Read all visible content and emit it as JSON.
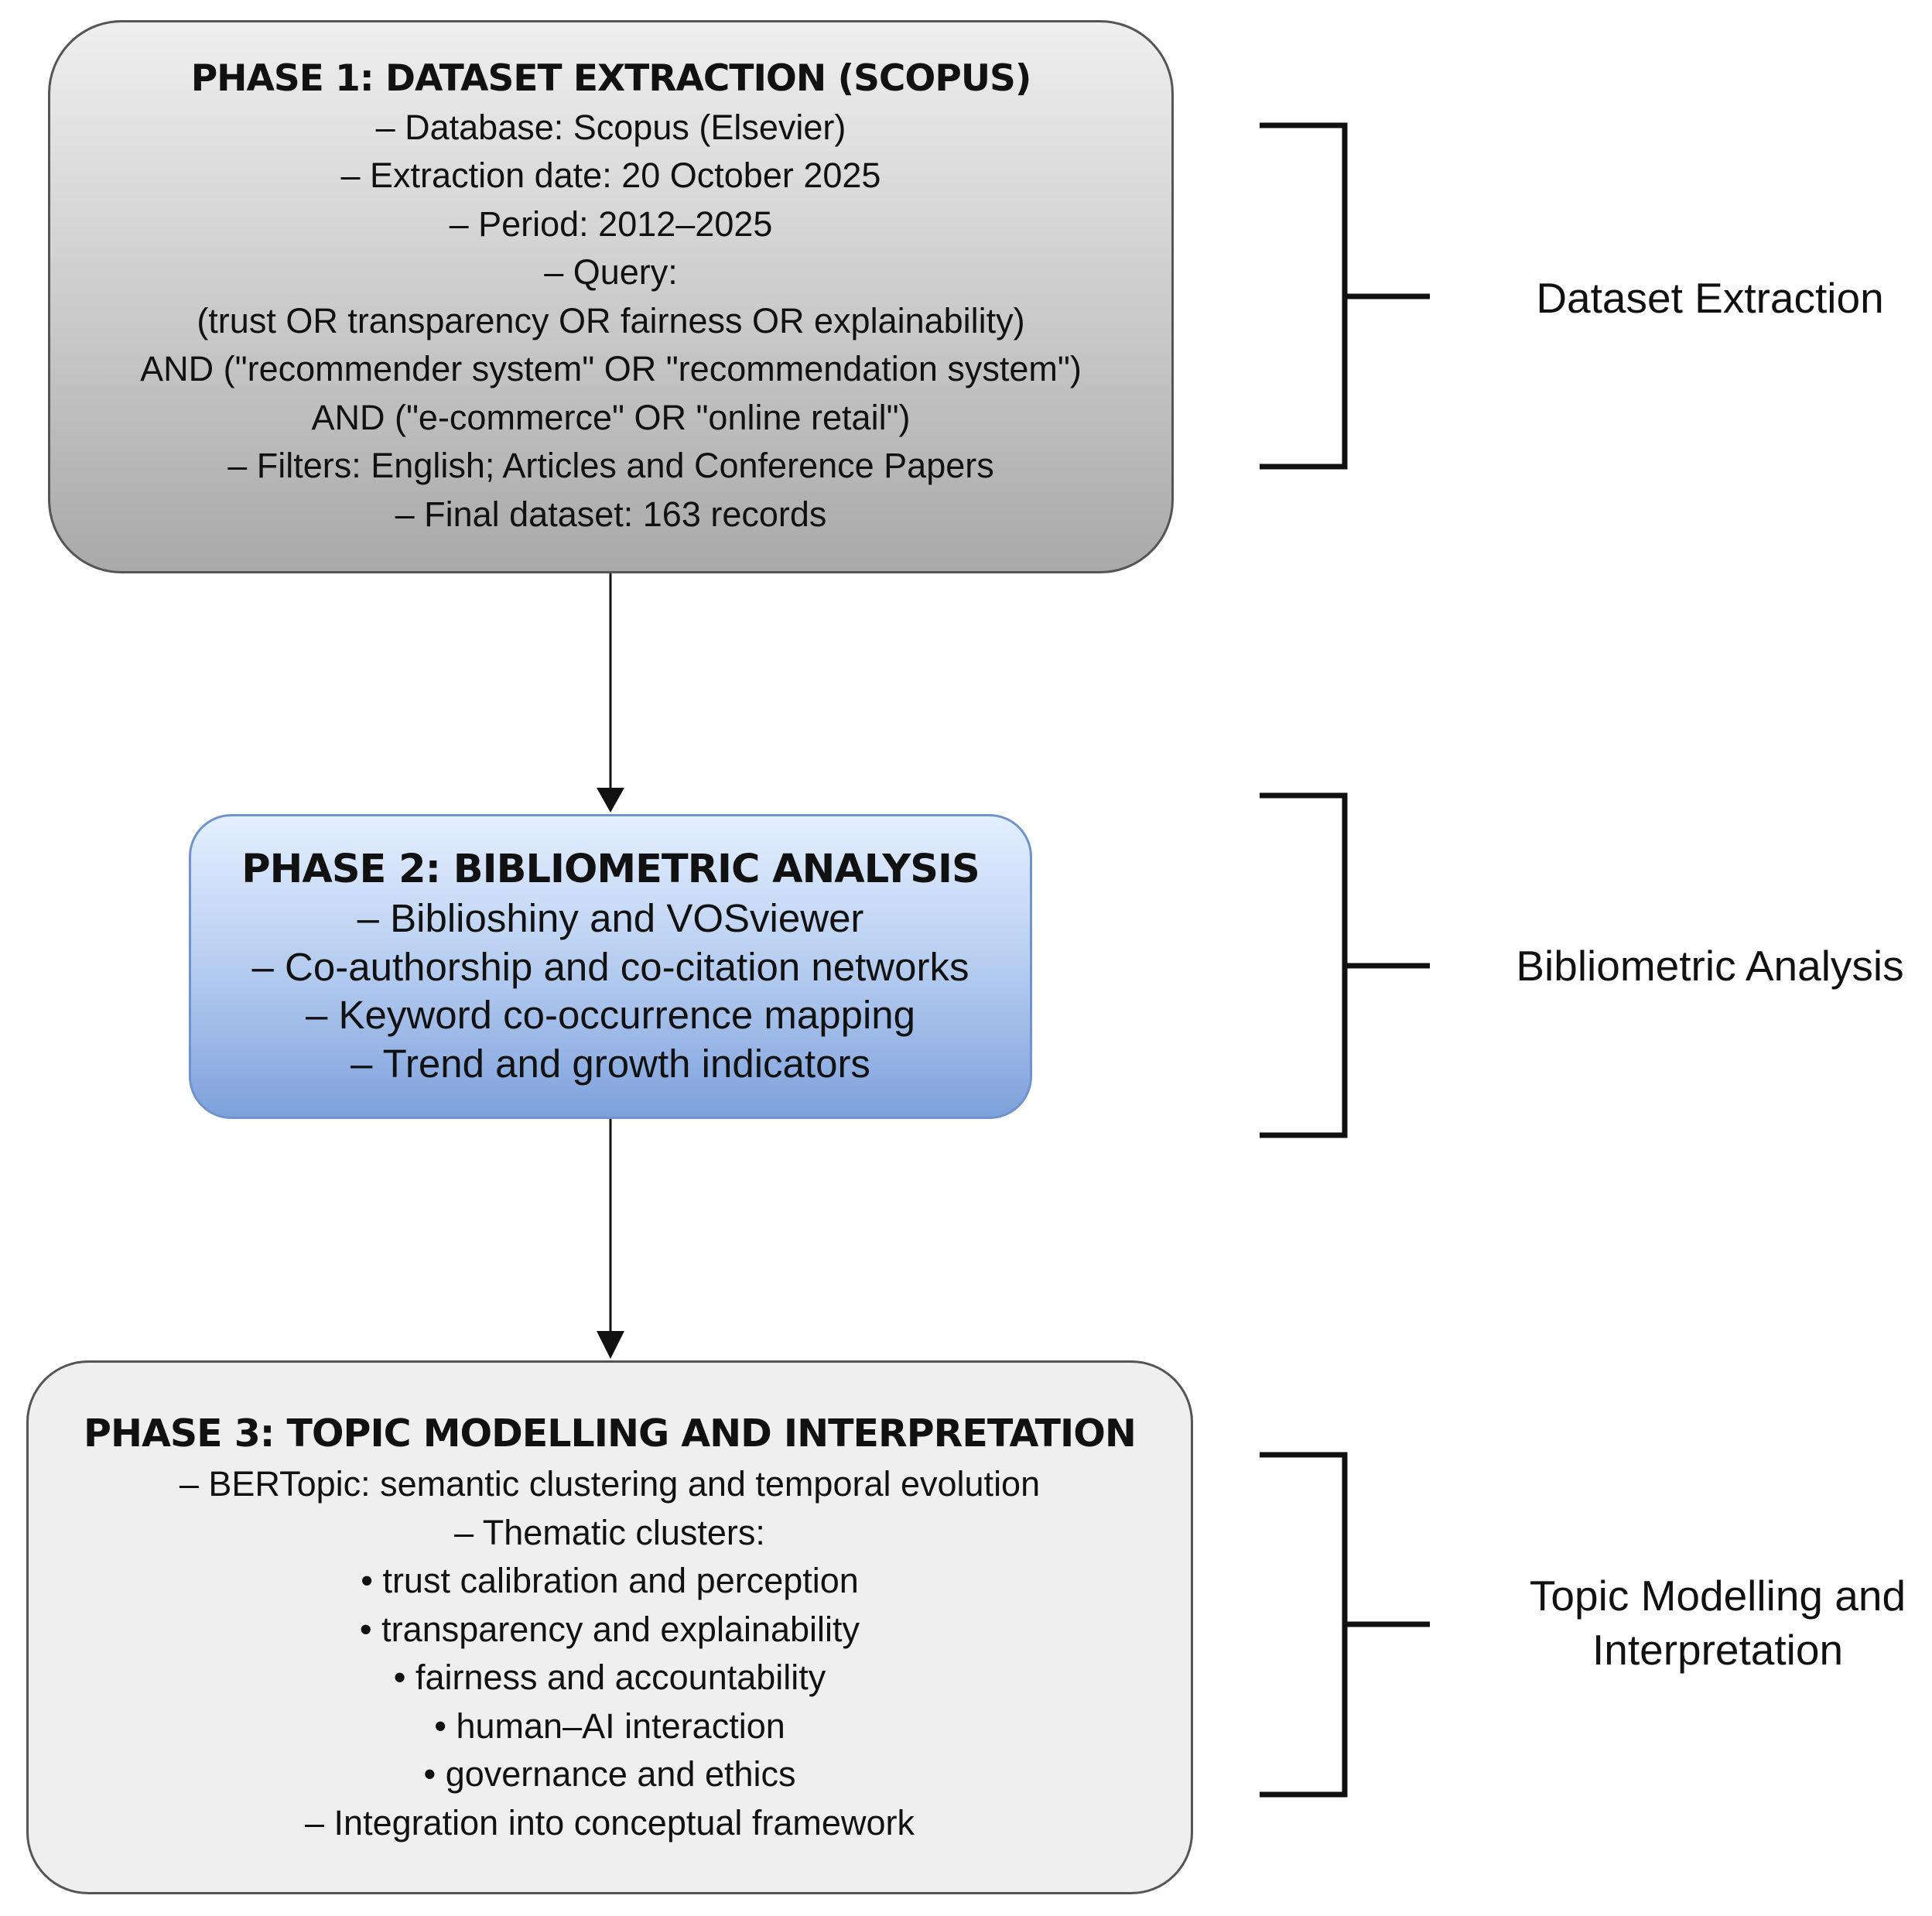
{
  "phase1": {
    "title": "PHASE 1: DATASET EXTRACTION (SCOPUS)",
    "lines": [
      "– Database: Scopus (Elsevier)",
      "– Extraction date: 20 October 2025",
      "– Period: 2012–2025",
      "– Query:",
      "(trust OR transparency OR fairness OR explainability)",
      "AND (\"recommender system\" OR \"recommendation system\")",
      "AND (\"e-commerce\" OR \"online retail\")",
      "– Filters: English; Articles and Conference Papers",
      "– Final dataset: 163 records"
    ]
  },
  "phase2": {
    "title": "PHASE 2: BIBLIOMETRIC ANALYSIS",
    "lines": [
      "– Biblioshiny and VOSviewer",
      "– Co-authorship and co-citation networks",
      "– Keyword co-occurrence mapping",
      "– Trend and growth indicators"
    ]
  },
  "phase3": {
    "title": "PHASE 3: TOPIC MODELLING AND INTERPRETATION",
    "lines": [
      "– BERTopic: semantic clustering and temporal evolution",
      "– Thematic clusters:"
    ],
    "bullets": [
      "• trust calibration and perception",
      "• transparency and explainability",
      "• fairness and accountability",
      "• human–AI interaction",
      "• governance and ethics"
    ],
    "closing": "– Integration into conceptual framework"
  },
  "labels": {
    "phase1": "Dataset Extraction",
    "phase2": "Bibliometric Analysis",
    "phase3_line1": "Topic Modelling and",
    "phase3_line2": "Interpretation"
  },
  "colors": {
    "phase1_fill": "#c9c9c9",
    "phase2_fill": "#a8c2ec",
    "phase3_fill": "#efefef",
    "stroke": "#111111"
  }
}
